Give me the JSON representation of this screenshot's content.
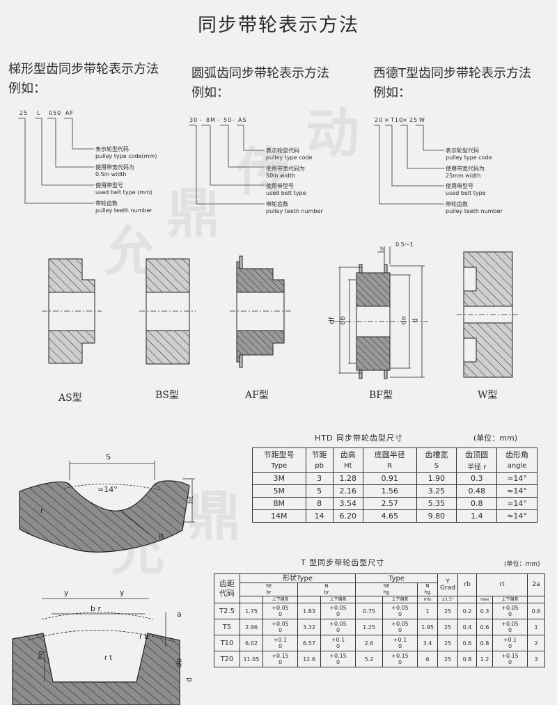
{
  "page_title": "同步带轮表示方法",
  "sections": {
    "trap": {
      "heading": "梯形型齿同步带轮表示方法",
      "example": "例如：",
      "code": [
        "25",
        "L",
        "050",
        "AF"
      ],
      "labels": [
        [
          "表示轮型代码",
          "pulley type code(mm)"
        ],
        [
          "使用带宽代码为",
          "0.5in width"
        ],
        [
          "使用带型号",
          "used belt type (mm)"
        ],
        [
          "带轮齿数",
          "pulley teeth number"
        ]
      ]
    },
    "arc": {
      "heading": "圆弧齿同步带轮表示方法",
      "example": "例如：",
      "code": [
        "30",
        "-",
        "8M",
        "-",
        "50",
        "-",
        "AS"
      ],
      "labels": [
        [
          "表示轮型代码",
          "pulley type code"
        ],
        [
          "使用带宽代码为",
          "50in width"
        ],
        [
          "使用带型号",
          "used belt type"
        ],
        [
          "带轮齿数",
          "pulley teeth number"
        ]
      ]
    },
    "west": {
      "heading": "西德T型齿同步带轮表示方法",
      "example": "例如：",
      "code": [
        "20",
        "×",
        "T10",
        "×",
        "25",
        "W"
      ],
      "labels": [
        [
          "表示轮型代码",
          "pulley type code"
        ],
        [
          "使用带宽代码为",
          "25mm width"
        ],
        [
          "使用带型号",
          "used belt type"
        ],
        [
          "带轮齿数",
          "pulley teeth number"
        ]
      ]
    }
  },
  "pulley_types": [
    "AS型",
    "BS型",
    "AF型",
    "BF型",
    "W型"
  ],
  "bf_dims": {
    "df": "df",
    "db": "db",
    "do": "do",
    "d": "d",
    "h": "h",
    "gap": "0.5～1"
  },
  "htd_profile": {
    "s": "S",
    "angle": "≈14°",
    "r": "r",
    "R": "R",
    "ht": "ht"
  },
  "t_profile": {
    "y": "y",
    "br": "b r",
    "hg": "hg",
    "rt": "r t",
    "do": "do",
    "d": "d",
    "a": "a",
    "rb": "r b"
  },
  "htd_table": {
    "caption": "HTD 同步带轮齿型尺寸",
    "unit": "(单位：mm)",
    "headers": [
      [
        "节距型号",
        "Type"
      ],
      [
        "节距",
        "pb"
      ],
      [
        "齿高",
        "Ht"
      ],
      [
        "底圆半径",
        "R"
      ],
      [
        "齿槽宽",
        "S"
      ],
      [
        "齿顶圆",
        "半径 r"
      ],
      [
        "齿形角",
        "angle"
      ]
    ],
    "rows": [
      [
        "3M",
        "3",
        "1.28",
        "0.91",
        "1.90",
        "0.3",
        "≈14°"
      ],
      [
        "5M",
        "5",
        "2.16",
        "1.56",
        "3.25",
        "0.48",
        "≈14°"
      ],
      [
        "8M",
        "8",
        "3.54",
        "2.57",
        "5.35",
        "0.8",
        "≈14°"
      ],
      [
        "14M",
        "14",
        "6.20",
        "4.65",
        "9.80",
        "1.4",
        "≈14°"
      ]
    ]
  },
  "t_table": {
    "caption": "T 型同步带轮齿型尺寸",
    "unit": "(单位：mm)",
    "h_code": [
      "齿距",
      "代码"
    ],
    "h_shape": "形状Type",
    "h_type": "Type",
    "h_y": [
      "Y",
      "Grad"
    ],
    "h_rb": "rb",
    "h_rt": "rt",
    "h_2a": "2a",
    "h_se": [
      "SE",
      "br"
    ],
    "h_n": [
      "N",
      "br"
    ],
    "h_se2": [
      "SE",
      "hg"
    ],
    "h_n2": [
      "N",
      "hg"
    ],
    "h_tol": "上下偏差",
    "h_mix": "mix",
    "h_pm": "±1.5°",
    "h_max": "max",
    "rows": [
      {
        "code": "T2.5",
        "se_br": "1.75",
        "se_br_tol": [
          "+0.05",
          "0"
        ],
        "n_br": "1.83",
        "n_br_tol": [
          "+0.05",
          "0"
        ],
        "se_hg": "0.75",
        "se_hg_tol": [
          "+0.05",
          "0"
        ],
        "n_hg": "1",
        "y": "25",
        "rb": "0.2",
        "rt": "0.3",
        "rt_tol": [
          "+0.05",
          "0"
        ],
        "a2": "0.6"
      },
      {
        "code": "T5",
        "se_br": "2.96",
        "se_br_tol": [
          "+0.05",
          "0"
        ],
        "n_br": "3.32",
        "n_br_tol": [
          "+0.05",
          "0"
        ],
        "se_hg": "1.25",
        "se_hg_tol": [
          "+0.05",
          "0"
        ],
        "n_hg": "1.95",
        "y": "25",
        "rb": "0.4",
        "rt": "0.6",
        "rt_tol": [
          "+0.05",
          "0"
        ],
        "a2": "1"
      },
      {
        "code": "T10",
        "se_br": "6.02",
        "se_br_tol": [
          "+0.1",
          "0"
        ],
        "n_br": "6.57",
        "n_br_tol": [
          "+0.1",
          "0"
        ],
        "se_hg": "2.6",
        "se_hg_tol": [
          "+0.1",
          "0"
        ],
        "n_hg": "3.4",
        "y": "25",
        "rb": "0.6",
        "rt": "0.8",
        "rt_tol": [
          "+0.1",
          "0"
        ],
        "a2": "2"
      },
      {
        "code": "T20",
        "se_br": "11.65",
        "se_br_tol": [
          "+0.15",
          "0"
        ],
        "n_br": "12.6",
        "n_br_tol": [
          "+0.15",
          "0"
        ],
        "se_hg": "5.2",
        "se_hg_tol": [
          "+0.15",
          "0"
        ],
        "n_hg": "6",
        "y": "25",
        "rb": "0.8",
        "rt": "1.2",
        "rt_tol": [
          "+0.15",
          "0"
        ],
        "a2": "3"
      }
    ]
  },
  "watermark": [
    "允",
    "鼎",
    "传",
    "动"
  ]
}
